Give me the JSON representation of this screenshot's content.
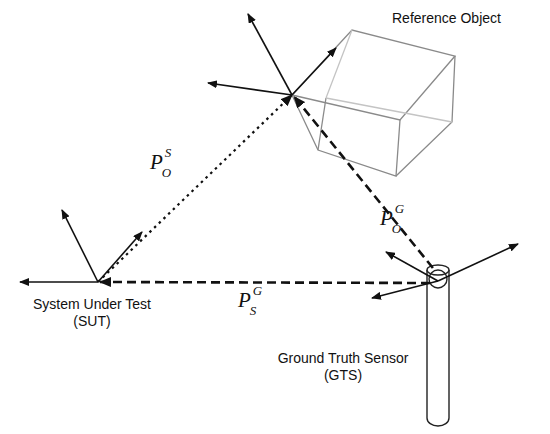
{
  "diagram": {
    "nodes": [
      {
        "text": [
          "Reference Object"
        ]
      },
      {
        "text": [
          "System Under Test (SUT)"
        ]
      },
      {
        "text": [
          "Ground Truth Sensor (GTS)"
        ]
      }
    ],
    "edges": [
      {
        "from": 1,
        "to": 0,
        "arrow": "to",
        "label": "P"
      },
      {
        "from": 2,
        "to": 0,
        "arrow": "to",
        "label": "P"
      },
      {
        "from": 2,
        "to": 1,
        "arrow": "to",
        "label": "P"
      }
    ],
    "labels": [
      "S",
      "O",
      "G",
      "O",
      "G",
      "S"
    ]
  }
}
